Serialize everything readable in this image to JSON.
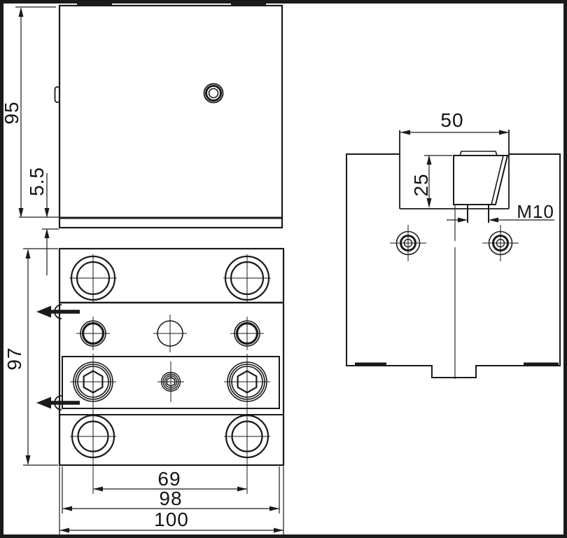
{
  "dimensions": {
    "top_view_height": "95",
    "base_plate_thickness": "5.5",
    "front_height": "97",
    "hole_spacing": "69",
    "inner_width": "98",
    "overall_width": "100",
    "slot_width": "50",
    "insert_height": "25",
    "thread_size": "M10"
  }
}
